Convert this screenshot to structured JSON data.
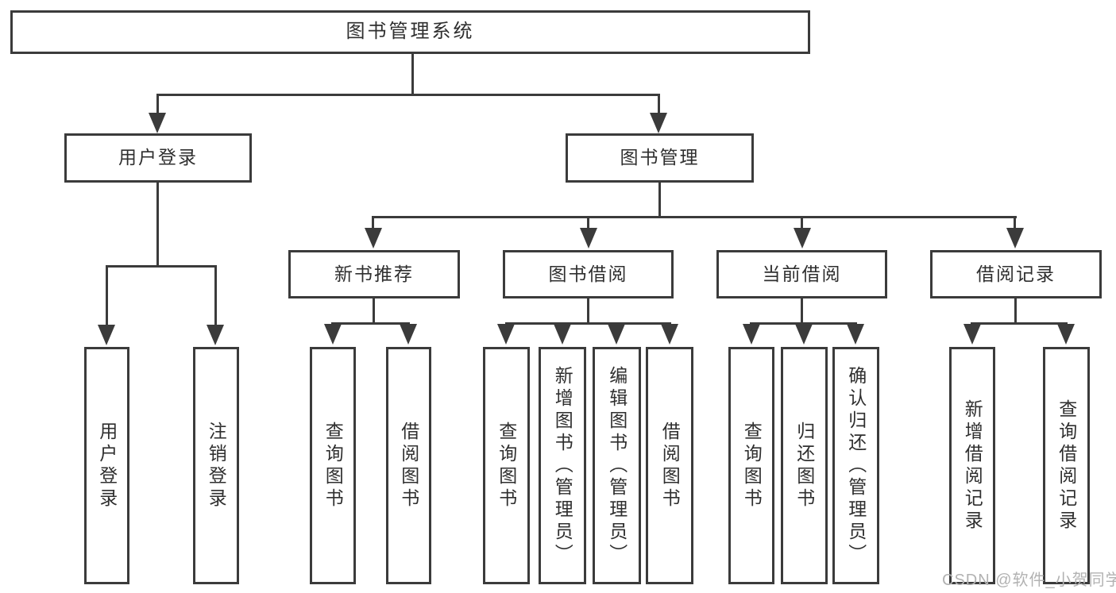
{
  "tree": {
    "root": {
      "label": "图书管理系统"
    },
    "level2": [
      {
        "id": "user-login",
        "label": "用户登录"
      },
      {
        "id": "book-mgmt",
        "label": "图书管理"
      }
    ],
    "user_login_children": [
      {
        "label": "用户登录"
      },
      {
        "label": "注销登录"
      }
    ],
    "book_mgmt_sections": [
      {
        "label": "新书推荐",
        "children": [
          {
            "label": "查询图书"
          },
          {
            "label": "借阅图书"
          }
        ]
      },
      {
        "label": "图书借阅",
        "children": [
          {
            "label": "查询图书"
          },
          {
            "label": "新增图书（管理员）"
          },
          {
            "label": "编辑图书（管理员）"
          },
          {
            "label": "借阅图书"
          }
        ]
      },
      {
        "label": "当前借阅",
        "children": [
          {
            "label": "查询图书"
          },
          {
            "label": "归还图书"
          },
          {
            "label": "确认归还（管理员）"
          }
        ]
      },
      {
        "label": "借阅记录",
        "children": [
          {
            "label": "新增借阅记录"
          },
          {
            "label": "查询借阅记录"
          }
        ]
      }
    ],
    "watermark": "CSDN @软件_小贺同学",
    "colors": {
      "line": "#3b3b3b",
      "text": "#2f2f2f",
      "node_fill": "#ffffff",
      "background": "#ffffff",
      "watermark": "#b2b2b2"
    }
  }
}
